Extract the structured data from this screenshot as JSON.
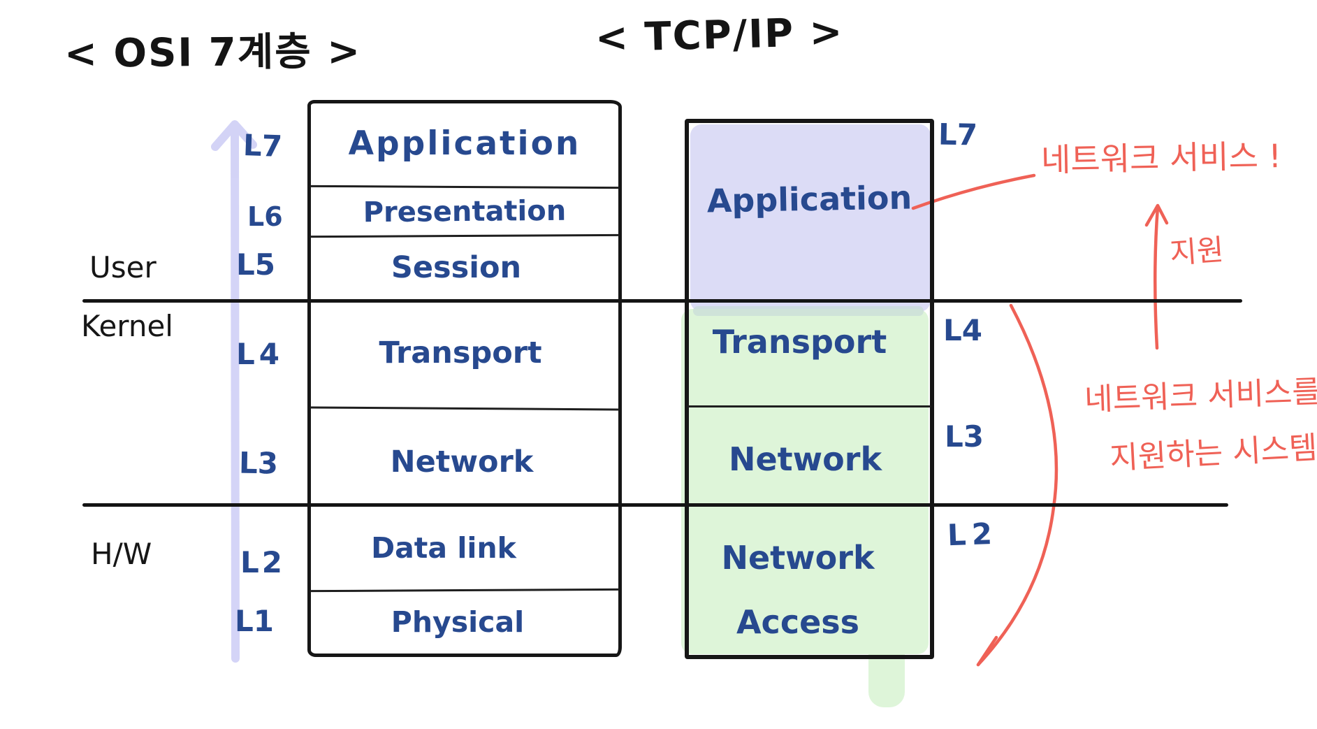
{
  "titles": {
    "osi": "< OSI 7계층 >",
    "tcpip": "< TCP/IP >"
  },
  "side_labels": {
    "user": "User",
    "kernel": "Kernel",
    "hw": "H/W"
  },
  "osi": {
    "layers": [
      {
        "code": "L7",
        "name": "Application"
      },
      {
        "code": "L6",
        "name": "Presentation"
      },
      {
        "code": "L5",
        "name": "Session"
      },
      {
        "code": "L4",
        "name": "Transport"
      },
      {
        "code": "L3",
        "name": "Network"
      },
      {
        "code": "L2",
        "name": "Data link"
      },
      {
        "code": "L1",
        "name": "Physical"
      }
    ]
  },
  "tcpip": {
    "layers": [
      {
        "code": "L7",
        "name": "Application",
        "highlight": "#dcdcf6"
      },
      {
        "code": "L4",
        "name": "Transport",
        "highlight": "#def5d9"
      },
      {
        "code": "L3",
        "name": "Network",
        "highlight": "#def5d9"
      },
      {
        "code": "L2",
        "name": "Network Access",
        "highlight": "#def5d9"
      }
    ]
  },
  "annotations": {
    "network_service": "네트워크 서비스 !",
    "support": "지원",
    "system_line1": "네트워크 서비스를",
    "system_line2": "지원하는 시스템"
  },
  "colors": {
    "ink_blue": "#27498f",
    "ink_black": "#1a1a1a",
    "ink_red": "#ef6156",
    "highlight_purple": "#dcdcf6",
    "highlight_green": "#def5d9",
    "arrow_lavender": "#cfcff6"
  }
}
